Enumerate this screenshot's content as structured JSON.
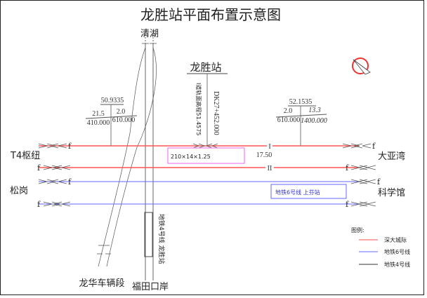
{
  "title": "龙胜站平面布置示意图",
  "station": "龙胜站",
  "places": {
    "north": "清湖",
    "south": "福田口岸",
    "depot": "龙华车辆段",
    "west_upper": "T4枢纽",
    "east_upper": "大亚湾",
    "west_lower": "松岗",
    "east_lower": "科学馆"
  },
  "vertical_labels": {
    "rail_elevation": "I道轨面高程51.4575",
    "chainage": "DK27+452.000",
    "line4_station": "地铁4号线  龙胜站"
  },
  "grade_left": {
    "elevation": "50.9335",
    "left_grade": "21.5",
    "left_length": "410.000",
    "right_grade": "2.0",
    "right_length": "610.000"
  },
  "grade_right": {
    "elevation": "52.1535",
    "left_grade": "2.0",
    "left_length": "610.000",
    "right_grade": "13.3",
    "right_length": "1400.000"
  },
  "platform_label": "210×14×1.25",
  "spacing": "17.50",
  "track_labels": {
    "track1": "I",
    "track2": "II"
  },
  "line6_box": "地铁6号线  上芬站",
  "turnout_mark": "f",
  "legend": {
    "title": "图例:",
    "items": [
      {
        "label": "深大城际",
        "color": "#ff4d4d"
      },
      {
        "label": "地铁6号线",
        "color": "#6666ff"
      },
      {
        "label": "地铁4号线",
        "color": "#333333"
      }
    ]
  }
}
